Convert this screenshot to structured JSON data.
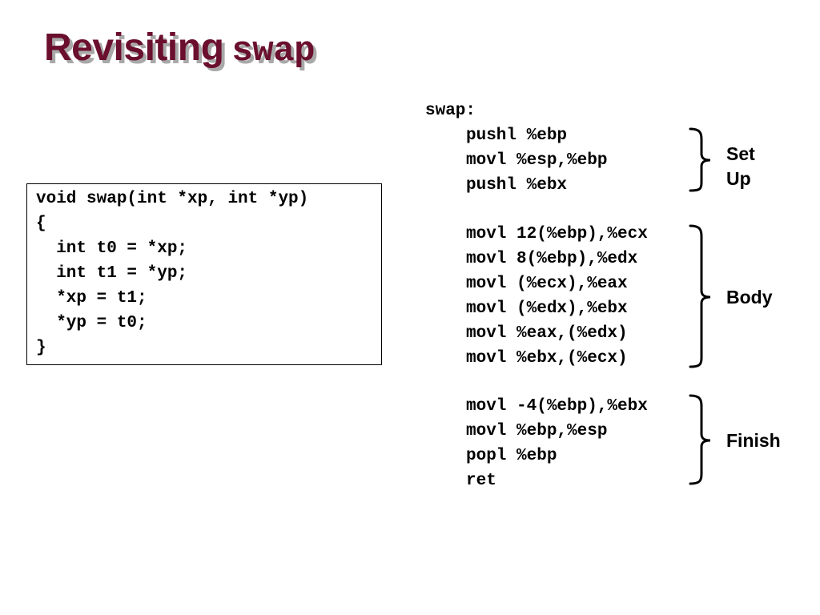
{
  "title": {
    "word": "Revisiting",
    "code": "swap"
  },
  "c_source": {
    "lines": [
      "void swap(int *xp, int *yp)",
      "{",
      "  int t0 = *xp;",
      "  int t1 = *yp;",
      "  *xp = t1;",
      "  *yp = t0;",
      "}"
    ]
  },
  "assembly": {
    "label": "swap:",
    "setup": [
      "pushl %ebp",
      "movl %esp,%ebp",
      "pushl %ebx"
    ],
    "body": [
      "movl 12(%ebp),%ecx",
      "movl 8(%ebp),%edx",
      "movl (%ecx),%eax",
      "movl (%edx),%ebx",
      "movl %eax,(%edx)",
      "movl %ebx,(%ecx)"
    ],
    "finish": [
      "movl -4(%ebp),%ebx",
      "movl %ebp,%esp",
      "popl %ebp",
      "ret"
    ]
  },
  "braces": {
    "setup_label_line1": "Set",
    "setup_label_line2": "Up",
    "body_label": "Body",
    "finish_label": "Finish"
  },
  "colors": {
    "title": "#6b0f2e",
    "title_shadow": "#a8a8a8",
    "text": "#000000",
    "background": "#ffffff"
  }
}
